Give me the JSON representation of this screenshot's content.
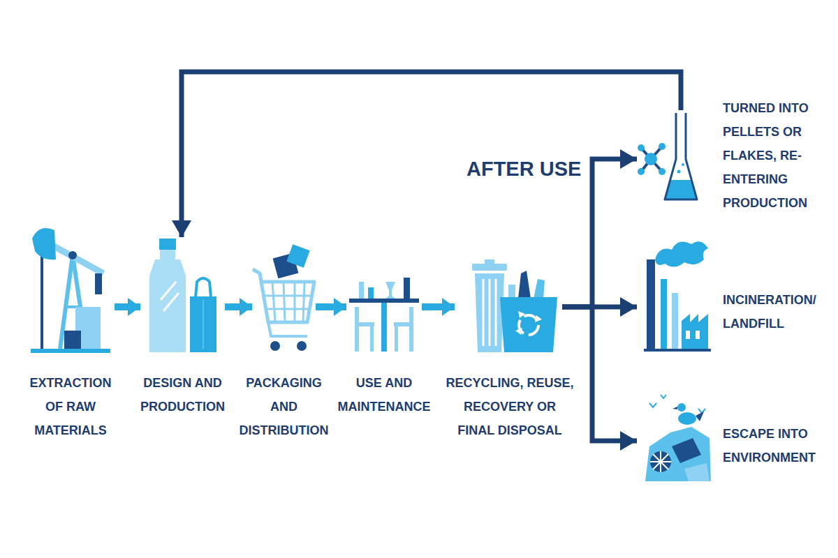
{
  "diagram": {
    "nodes": [
      {
        "text": [
          "EXTRACTION OF RAW MATERIALS"
        ]
      },
      {
        "text": [
          "DESIGN AND PRODUCTION"
        ]
      },
      {
        "text": [
          "PACKAGING AND DISTRIBUTION"
        ]
      },
      {
        "text": [
          "USE AND MAINTENANCE"
        ]
      },
      {
        "text": [
          "RECYCLING, REUSE, RECOVERY OR FINAL DISPOSAL"
        ]
      },
      {
        "text": [
          "TURNED INTO PELLETS OR FLAKES, RE-ENTERING PRODUCTION"
        ]
      },
      {
        "text": [
          "INCINERATION/ LANDFILL"
        ]
      },
      {
        "text": [
          "ESCAPE INTO ENVIRONMENT"
        ]
      }
    ],
    "edges": [
      {
        "from": 0,
        "to": 1,
        "arrow": "to"
      },
      {
        "from": 1,
        "to": 2,
        "arrow": "to"
      },
      {
        "from": 2,
        "to": 3,
        "arrow": "to"
      },
      {
        "from": 3,
        "to": 4,
        "arrow": "to"
      },
      {
        "from": 4,
        "to": 5,
        "arrow": "to"
      },
      {
        "from": 4,
        "to": 6,
        "arrow": "to"
      },
      {
        "from": 4,
        "to": 7,
        "arrow": "to"
      },
      {
        "from": 5,
        "to": 1,
        "arrow": "to"
      }
    ],
    "labels": [
      "AFTER USE"
    ]
  }
}
